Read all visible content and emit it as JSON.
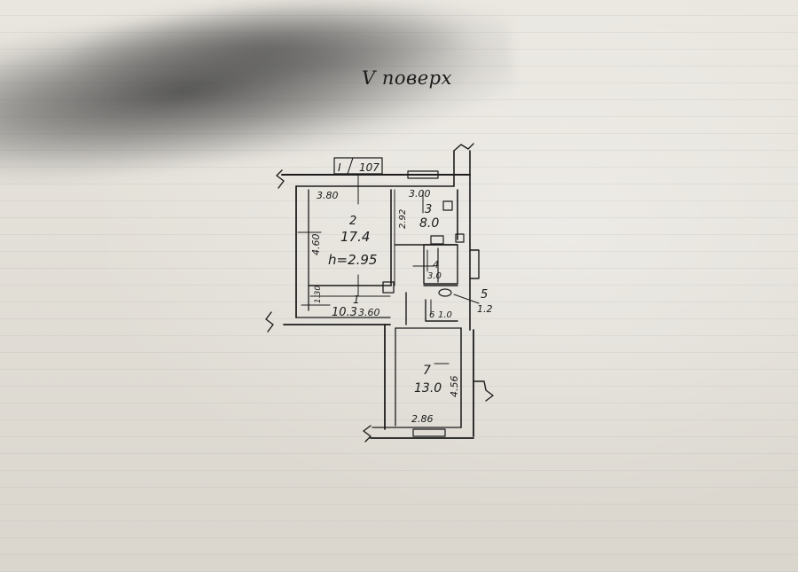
{
  "floor_title": "V поверх",
  "inventory_label": "I",
  "inventory_number": "107",
  "rooms": {
    "r1": {
      "number": "1",
      "area": "10.3"
    },
    "r2": {
      "number": "2",
      "area": "17.4",
      "height": "h=2.95"
    },
    "r3": {
      "number": "3",
      "area": "8.0"
    },
    "r4": {
      "number": "4",
      "area": "3.0"
    },
    "r5": {
      "number": "5",
      "area": "1.2"
    },
    "r6": {
      "number": "6",
      "area": "1.0"
    },
    "r7": {
      "number": "7",
      "area": "13.0"
    }
  },
  "dimensions": {
    "d_380": "3.80",
    "d_300": "3.00",
    "d_460": "4.60",
    "d_292": "2.92",
    "d_130": "1.30",
    "d_360": "3.60",
    "d_456": "4.56",
    "d_286": "2.86"
  },
  "colors": {
    "ink": "#1c1c1c",
    "paper": "#e4e1da"
  }
}
